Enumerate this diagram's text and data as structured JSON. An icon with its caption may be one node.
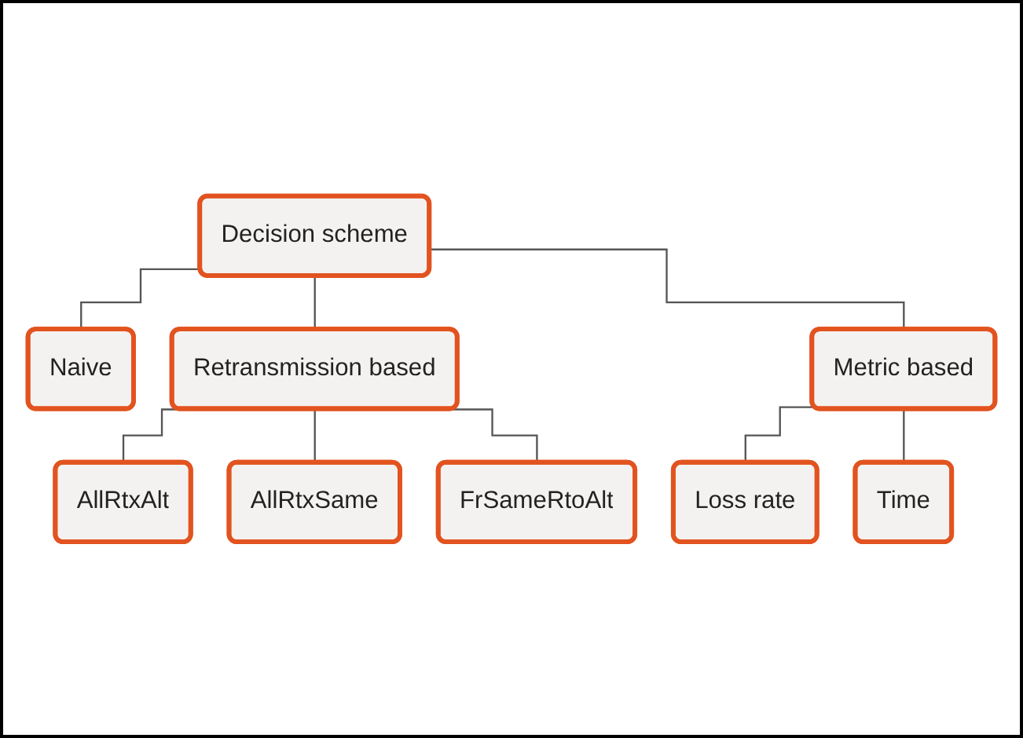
{
  "diagram": {
    "nodes": [
      {
        "text": [
          "Decision scheme"
        ]
      },
      {
        "text": [
          "Naive"
        ]
      },
      {
        "text": [
          "Retransmission based"
        ]
      },
      {
        "text": [
          "Metric based"
        ]
      },
      {
        "text": [
          "AllRtxAlt"
        ]
      },
      {
        "text": [
          "AllRtxSame"
        ]
      },
      {
        "text": [
          "FrSameRtoAlt"
        ]
      },
      {
        "text": [
          "Loss rate"
        ]
      },
      {
        "text": [
          "Time"
        ]
      }
    ],
    "edges": [
      {
        "from": 0,
        "to": 1,
        "arrow": "none"
      },
      {
        "from": 0,
        "to": 2,
        "arrow": "none"
      },
      {
        "from": 0,
        "to": 3,
        "arrow": "none"
      },
      {
        "from": 2,
        "to": 4,
        "arrow": "none"
      },
      {
        "from": 2,
        "to": 5,
        "arrow": "none"
      },
      {
        "from": 2,
        "to": 6,
        "arrow": "none"
      },
      {
        "from": 3,
        "to": 7,
        "arrow": "none"
      },
      {
        "from": 3,
        "to": 8,
        "arrow": "none"
      }
    ]
  }
}
